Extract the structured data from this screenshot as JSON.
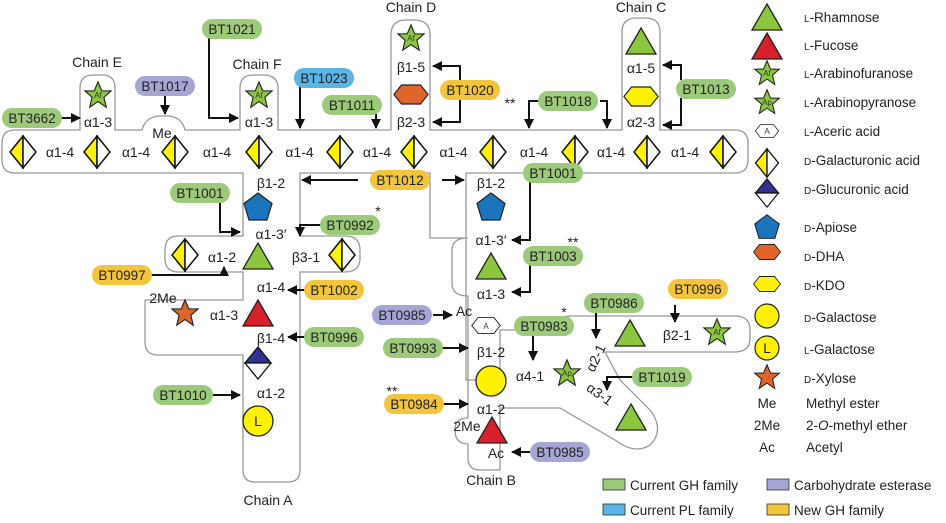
{
  "colors": {
    "current_gh": "#9dc97a",
    "current_pl": "#5ab4e5",
    "carbohydrate_esterase": "#a5a6d4",
    "new_gh": "#f2c53d",
    "rhamnose": "#8cc63f",
    "fucose": "#d7202a",
    "arabinose": "#8cc63f",
    "galacturonic": "#fff200",
    "glucuronic": "#2e3192",
    "apiose": "#1c75bc",
    "dha": "#e0652a",
    "kdo": "#fff200",
    "galactose": "#fff200",
    "xylose": "#e0652a"
  },
  "chains": {
    "a": "Chain A",
    "b": "Chain B",
    "c": "Chain C",
    "d": "Chain D",
    "e": "Chain E",
    "f": "Chain F"
  },
  "backbone": {
    "linkages": [
      "α1-4",
      "α1-4",
      "α1-4",
      "α1-4",
      "α1-4",
      "α1-4",
      "α1-4",
      "α1-4",
      "α1-4"
    ],
    "me": "Me"
  },
  "linkages": {
    "e_a13": "α1-3",
    "f_a13": "α1-3",
    "d_b15": "β1-5",
    "d_b23": "β2-3",
    "c_a15": "α1-5",
    "c_a23": "α2-3",
    "a_b12": "β1-2",
    "a_a13p": "α1-3′",
    "a_a12": "α1-2",
    "a_b31": "β3-1",
    "a_a14": "α1-4",
    "a_a13": "α1-3",
    "a_b14": "β1-4",
    "a_a12b": "α1-2",
    "a_2me": "2Me",
    "b_b12": "β1-2",
    "b_a13p": "α1-3′",
    "b_a13": "α1-3",
    "b_ac": "Ac",
    "b_b12b": "β1-2",
    "b_a41": "α4-1",
    "b_a21": "α2-1",
    "b_b21": "β2-1",
    "b_a31": "α3-1",
    "b_a12": "α1-2",
    "b_2me": "2Me",
    "b_ac2": "Ac"
  },
  "symbols": {
    "af": "Af",
    "ap": "Ap",
    "aceric": "A",
    "lgal": "L"
  },
  "enzymes": [
    {
      "id": "BT3662",
      "label": "BT3662",
      "family": "current_gh",
      "mark": ""
    },
    {
      "id": "BT1017",
      "label": "BT1017",
      "family": "carbohydrate_esterase",
      "mark": ""
    },
    {
      "id": "BT1021",
      "label": "BT1021",
      "family": "current_gh",
      "mark": ""
    },
    {
      "id": "BT1023",
      "label": "BT1023",
      "family": "current_pl",
      "mark": ""
    },
    {
      "id": "BT1011",
      "label": "BT1011",
      "family": "current_gh",
      "mark": ""
    },
    {
      "id": "BT1020",
      "label": "BT1020",
      "family": "new_gh",
      "mark": "**"
    },
    {
      "id": "BT1018",
      "label": "BT1018",
      "family": "current_gh",
      "mark": ""
    },
    {
      "id": "BT1013",
      "label": "BT1013",
      "family": "current_gh",
      "mark": ""
    },
    {
      "id": "BT1012",
      "label": "BT1012",
      "family": "new_gh",
      "mark": ""
    },
    {
      "id": "BT1001a",
      "label": "BT1001",
      "family": "current_gh",
      "mark": ""
    },
    {
      "id": "BT0992",
      "label": "BT0992",
      "family": "current_gh",
      "mark": "*"
    },
    {
      "id": "BT0997",
      "label": "BT0997",
      "family": "new_gh",
      "mark": ""
    },
    {
      "id": "BT1002",
      "label": "BT1002",
      "family": "new_gh",
      "mark": ""
    },
    {
      "id": "BT0996a",
      "label": "BT0996",
      "family": "current_gh",
      "mark": ""
    },
    {
      "id": "BT1010",
      "label": "BT1010",
      "family": "current_gh",
      "mark": ""
    },
    {
      "id": "BT1001b",
      "label": "BT1001",
      "family": "current_gh",
      "mark": ""
    },
    {
      "id": "BT1003",
      "label": "BT1003",
      "family": "current_gh",
      "mark": "**"
    },
    {
      "id": "BT0985a",
      "label": "BT0985",
      "family": "carbohydrate_esterase",
      "mark": ""
    },
    {
      "id": "BT0983",
      "label": "BT0983",
      "family": "current_gh",
      "mark": "*"
    },
    {
      "id": "BT0986",
      "label": "BT0986",
      "family": "current_gh",
      "mark": ""
    },
    {
      "id": "BT0996b",
      "label": "BT0996",
      "family": "new_gh",
      "mark": ""
    },
    {
      "id": "BT0993",
      "label": "BT0993",
      "family": "current_gh",
      "mark": ""
    },
    {
      "id": "BT1019",
      "label": "BT1019",
      "family": "current_gh",
      "mark": ""
    },
    {
      "id": "BT0984",
      "label": "BT0984",
      "family": "new_gh",
      "mark": "**"
    },
    {
      "id": "BT0985b",
      "label": "BT0985",
      "family": "carbohydrate_esterase",
      "mark": ""
    }
  ],
  "legend": {
    "sugars": [
      {
        "key": "rhamnose",
        "prefix": "L",
        "name": "-Rhamnose"
      },
      {
        "key": "fucose",
        "prefix": "L",
        "name": "-Fucose"
      },
      {
        "key": "arabinofuranose",
        "prefix": "L",
        "name": "-Arabinofuranose"
      },
      {
        "key": "arabinopyranose",
        "prefix": "L",
        "name": "-Arabinopyranose"
      },
      {
        "key": "aceric",
        "prefix": "L",
        "name": "-Aceric acid"
      },
      {
        "key": "galacturonic",
        "prefix": "D",
        "name": "-Galacturonic acid"
      },
      {
        "key": "glucuronic",
        "prefix": "D",
        "name": "-Glucuronic acid"
      },
      {
        "key": "apiose",
        "prefix": "D",
        "name": "-Apiose"
      },
      {
        "key": "dha",
        "prefix": "D",
        "name": "-DHA"
      },
      {
        "key": "kdo",
        "prefix": "D",
        "name": "-KDO"
      },
      {
        "key": "galactose",
        "prefix": "D",
        "name": "-Galactose"
      },
      {
        "key": "lgalactose",
        "prefix": "L",
        "name": "-Galactose"
      },
      {
        "key": "xylose",
        "prefix": "D",
        "name": "-Xylose"
      }
    ],
    "modifications": [
      {
        "abbr": "Me",
        "name": "Methyl ester"
      },
      {
        "abbr": "2Me",
        "name": "2-O-methyl ether"
      },
      {
        "abbr": "Ac",
        "name": "Acetyl"
      }
    ],
    "families": [
      {
        "key": "current_gh",
        "label": "Current GH family"
      },
      {
        "key": "carbohydrate_esterase",
        "label": "Carbohydrate esterase"
      },
      {
        "key": "current_pl",
        "label": "Current PL family"
      },
      {
        "key": "new_gh",
        "label": "New GH family"
      }
    ]
  }
}
